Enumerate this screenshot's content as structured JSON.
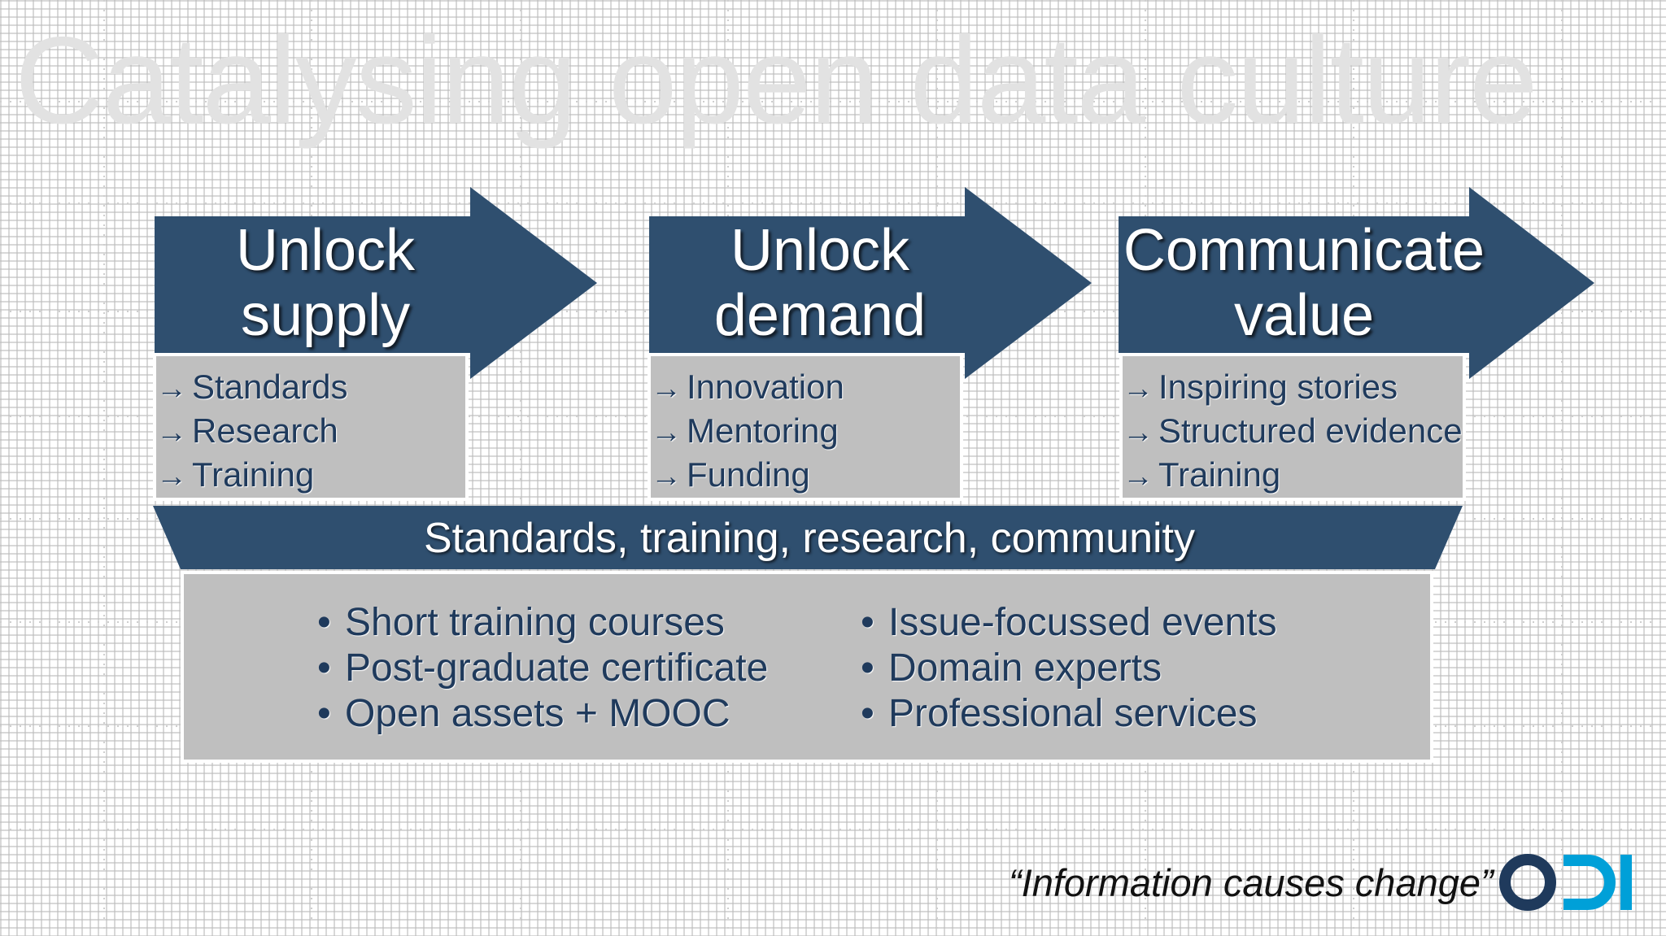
{
  "title": "Catalysing open data culture",
  "stages": [
    {
      "heading_line1": "Unlock",
      "heading_line2": "supply",
      "items": [
        "Standards",
        "Research",
        "Training"
      ]
    },
    {
      "heading_line1": "Unlock",
      "heading_line2": "demand",
      "items": [
        "Innovation",
        "Mentoring",
        "Funding"
      ]
    },
    {
      "heading_line1": "Communicate",
      "heading_line2": "value",
      "items": [
        "Inspiring stories",
        "Structured evidence",
        "Training"
      ]
    }
  ],
  "item_arrow": "→",
  "base": {
    "title": "Standards, training, research, community",
    "left_items": [
      "Short training courses",
      "Post-graduate certificate",
      "Open assets + MOOC"
    ],
    "right_items": [
      "Issue-focussed events",
      "Domain experts",
      "Professional services"
    ],
    "bullet": "•"
  },
  "tagline": "“Information causes change”",
  "logo": {
    "text": "ODI",
    "colors": {
      "o": "#1f3a5c",
      "di": "#00a0d8"
    }
  },
  "colors": {
    "arrow_fill": "#2f4f6f",
    "box_fill": "#bfbfbf",
    "item_text": "#1f3a5c",
    "title_text": "#e2e2e2"
  }
}
